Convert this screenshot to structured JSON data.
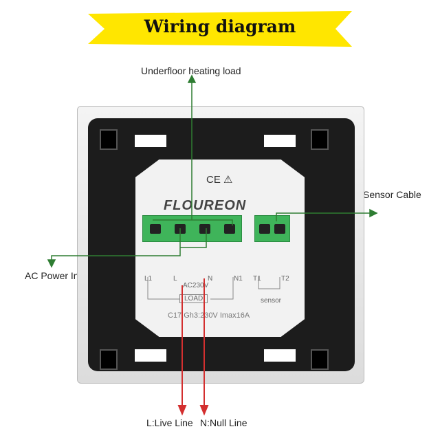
{
  "banner": {
    "title": "Wiring diagram",
    "color": "#ffe600"
  },
  "brand": "FLOUREON",
  "cert": "CE ⚠",
  "labels": {
    "load": "Underfloor heating load",
    "sensor": "Sensor Cable",
    "power": "AC Power In",
    "live": "L:Live Line",
    "null": "N:Null Line"
  },
  "module": {
    "terminals": [
      "L1",
      "L",
      "N",
      "N1",
      "T1",
      "T2"
    ],
    "ac": "AC230V",
    "load_box": "LOAD",
    "sensor": "sensor",
    "spec": "C17.Gh3:230V Imax16A"
  },
  "colors": {
    "guide": "#2e7d32",
    "wire": "#d32f2f",
    "terminal": "#3fb45a"
  }
}
